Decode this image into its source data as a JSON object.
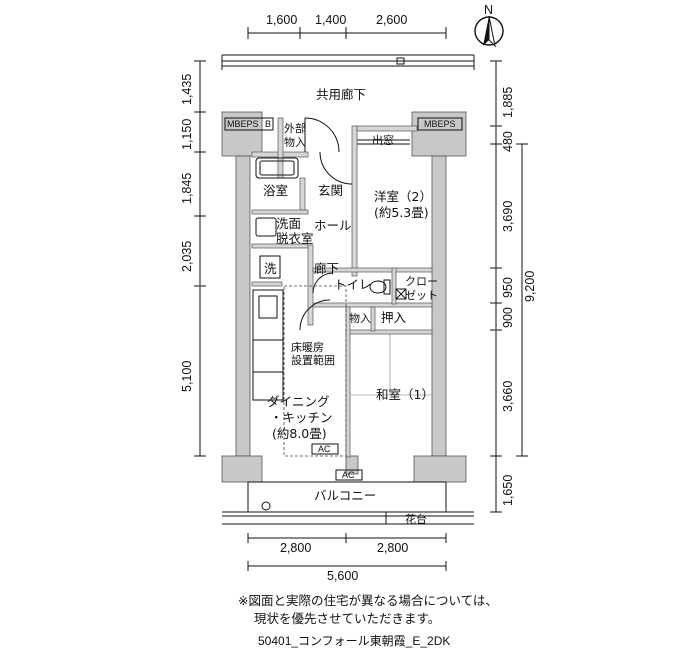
{
  "compass": {
    "label": "N"
  },
  "dimensions": {
    "top": [
      "1,600",
      "1,400",
      "2,600"
    ],
    "bottom_parts": [
      "2,800",
      "2,800"
    ],
    "bottom_total": "5,600",
    "left": [
      "1,435",
      "1,150",
      "1,845",
      "2,035",
      "5,100"
    ],
    "right_outer": [
      "1,885",
      "480",
      "3,690",
      "950",
      "900",
      "3,660",
      "1,650"
    ],
    "right_total": "9,200"
  },
  "labels": {
    "corridor": "共用廊下",
    "mbeps_left": "MBEPS",
    "mbeps_b": "B",
    "mbeps_right": "MBEPS",
    "outside_storage_1": "外部",
    "outside_storage_2": "物入",
    "bay_window": "出窓",
    "bath": "浴室",
    "entrance": "玄関",
    "western_room_1": "洋室（2）",
    "western_room_2": "(約5.3畳)",
    "washroom_1": "洗面",
    "washroom_2": "脱衣室",
    "hall": "ホール",
    "washer": "洗",
    "hallway": "廊下",
    "toilet": "トイレ",
    "closet_1": "クロー",
    "closet_2": "ゼット",
    "storage": "物入",
    "oshiire": "押入",
    "floor_heating_1": "床暖房",
    "floor_heating_2": "設置範囲",
    "dk_1": "ダイニング",
    "dk_2": "・キッチン",
    "dk_3": "(約8.0畳)",
    "washitsu": "和室（1）",
    "ac_1": "AC",
    "ac_2": "AC",
    "balcony": "バルコニー",
    "flower_bed": "花台"
  },
  "notes": {
    "line1": "※図面と実際の住宅が異なる場合については、",
    "line2": "現状を優先させていただきます。"
  },
  "caption": "50401_コンフォール東朝霞_E_2DK"
}
